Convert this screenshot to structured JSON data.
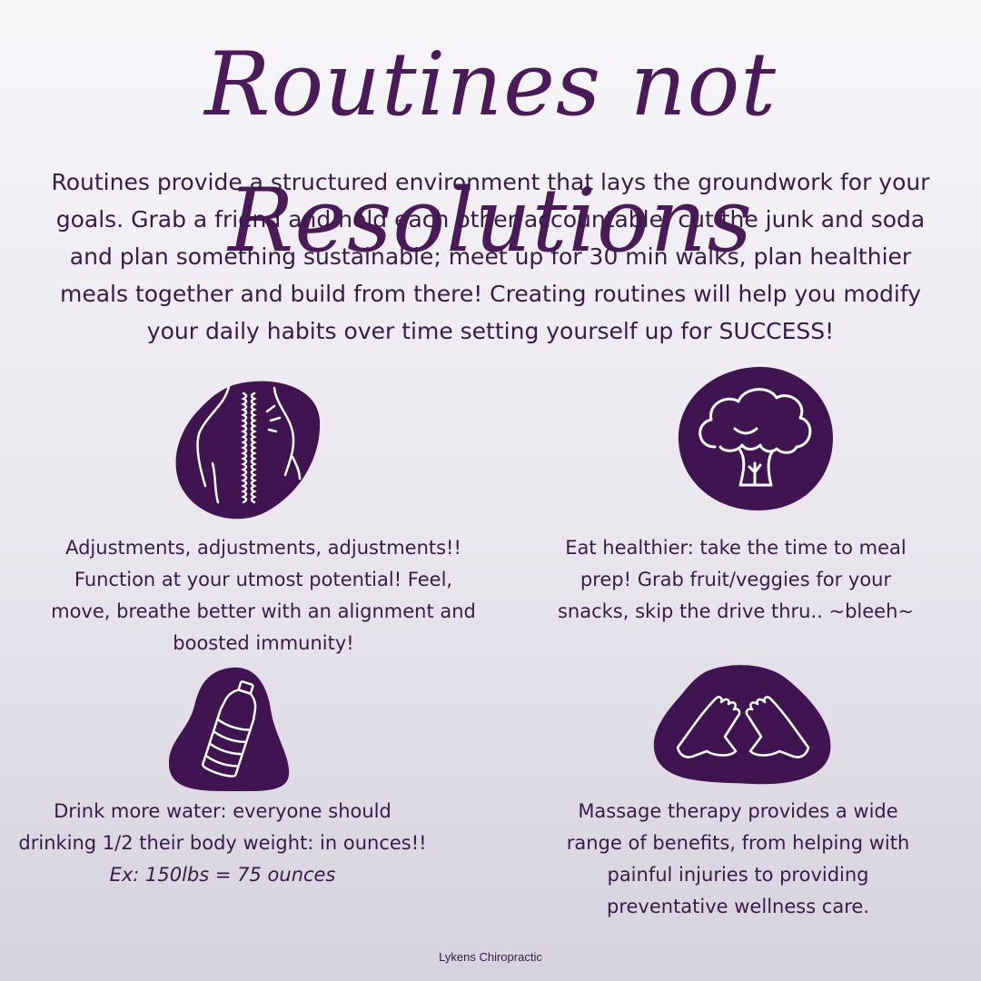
{
  "title": "Routines not Resolutions",
  "intro": "Routines provide a structured environment that lays the groundwork for your goals. Grab a friend and hold each other accountable; cut the junk and soda and plan something sustainable; meet up for 30 min walks, plan healthier meals together and build from there! Creating routines will help you modify your daily habits over time setting yourself up for SUCCESS!",
  "accent_color": "#3f1450",
  "items": [
    {
      "icon": "spine-back-icon",
      "text": "Adjustments, adjustments, adjustments!! Function at your utmost potential! Feel, move, breathe better with an alignment and boosted immunity!"
    },
    {
      "icon": "broccoli-icon",
      "text": "Eat healthier: take the time to meal prep! Grab fruit/veggies for your snacks, skip the drive thru.. ~bleeh~"
    },
    {
      "icon": "water-bottle-icon",
      "text": "Drink more water: everyone should drinking 1/2 their body weight: in ounces!!",
      "example": "Ex: 150lbs = 75 ounces"
    },
    {
      "icon": "massage-hands-icon",
      "text": "Massage therapy provides a wide range of benefits, from helping with painful injuries to providing preventative wellness care."
    }
  ],
  "footer": "Lykens Chiropractic"
}
